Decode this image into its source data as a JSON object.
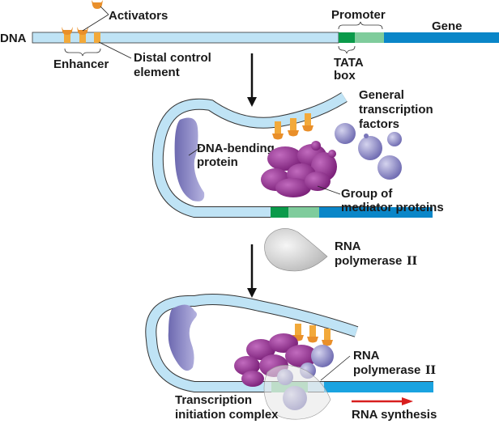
{
  "labels": {
    "dna": "DNA",
    "activators": "Activators",
    "enhancer": "Enhancer",
    "distal_line1": "Distal control",
    "distal_line2": "element",
    "promoter": "Promoter",
    "gene": "Gene",
    "tata_line1": "TATA",
    "tata_line2": "box",
    "gtf_line1": "General",
    "gtf_line2": "transcription",
    "gtf_line3": "factors",
    "dnabend_line1": "DNA-bending",
    "dnabend_line2": "protein",
    "mediator_line1": "Group of",
    "mediator_line2": "mediator proteins",
    "rnapol_line1": "RNA",
    "rnapol_line2": "polymerase",
    "rnapol_numeral": "II",
    "rnapol2_line1": "RNA",
    "rnapol2_line2": "polymerase",
    "rnapol2_numeral": "II",
    "tic_line1": "Transcription",
    "tic_line2": "initiation complex",
    "rnasynth": "RNA synthesis"
  },
  "colors": {
    "dna": "#bfe3f5",
    "gene": "#0a86c8",
    "tata": "#0a9a4a",
    "promoter": "#7fcc9c",
    "activator": "#f2a93a",
    "mediator": "#8a2a86",
    "gtf": "#8a87c4",
    "polymerase": "#d8d8d8",
    "arrow": "#d81e1e"
  }
}
